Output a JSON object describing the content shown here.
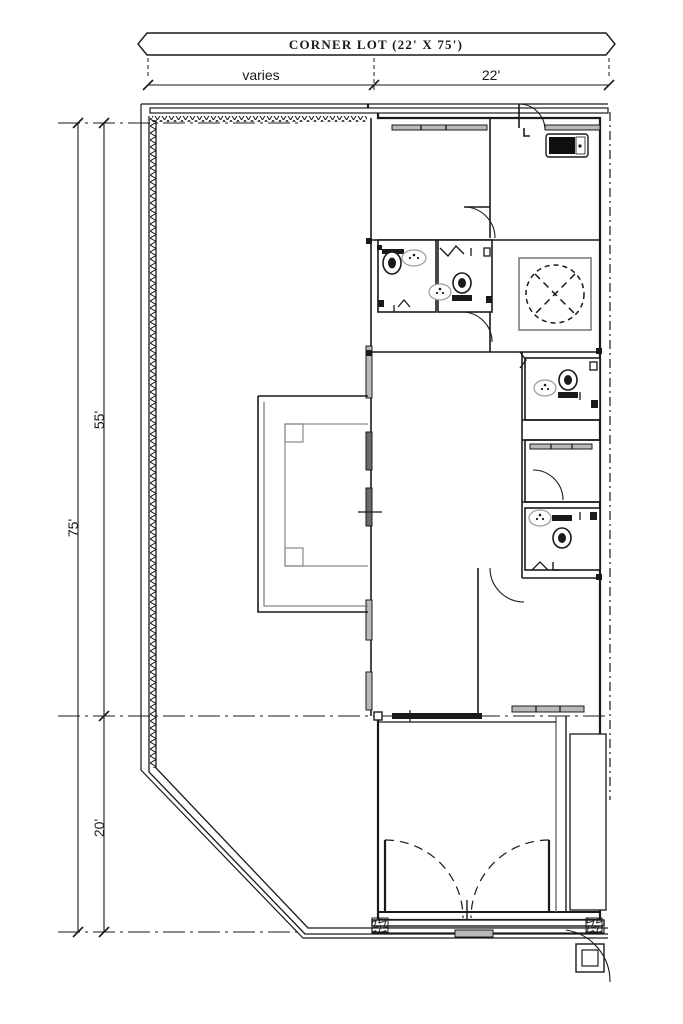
{
  "sheet": {
    "title_banner": "CORNER LOT  (22' X 75')",
    "background_color": "#ffffff",
    "line_color": "#1a1a1a",
    "wall_fill": "#2b2b2b",
    "light_line_color": "#8a8a8a"
  },
  "dimensions": {
    "top": [
      {
        "label": "varies",
        "name": "dimension-varies"
      },
      {
        "label": "22'",
        "name": "dimension-22ft"
      }
    ],
    "left": [
      {
        "label": "75'",
        "name": "dimension-75ft"
      },
      {
        "label": "55'",
        "name": "dimension-55ft"
      },
      {
        "label": "20'",
        "name": "dimension-20ft"
      }
    ]
  },
  "plan": {
    "lot_note": "CORNER LOT",
    "lot_width": "22'",
    "lot_depth": "75'",
    "boundary_hatch": "sawtooth-batter-hatch",
    "property_line_style": "dash-dot",
    "features": [
      {
        "name": "kitchen-range-symbol",
        "label": "range"
      },
      {
        "name": "skylight-dome-symbol",
        "label": "dome"
      },
      {
        "name": "toilet-fixture",
        "label": "wc"
      },
      {
        "name": "lavatory-sink-fixture",
        "label": "lav"
      },
      {
        "name": "garage-door-swing",
        "label": "garage doors"
      },
      {
        "name": "window-symbol",
        "label": "window"
      },
      {
        "name": "door-swing-symbol",
        "label": "door"
      },
      {
        "name": "corner-post-symbol",
        "label": "post"
      }
    ]
  }
}
